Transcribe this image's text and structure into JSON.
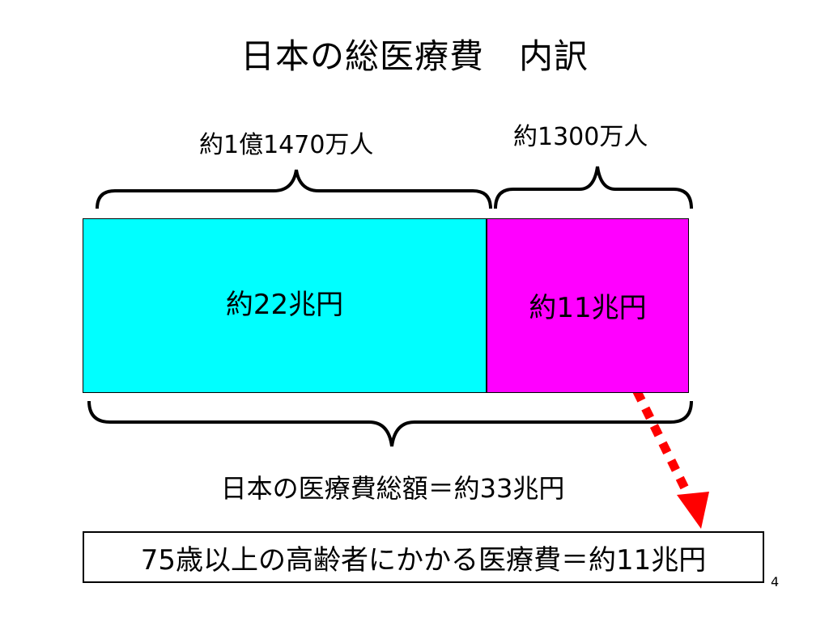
{
  "slide": {
    "title": "日本の総医療費　内訳",
    "left_group_label": "約1億1470万人",
    "right_group_label": "約1300万人",
    "left_amount": "約22兆円",
    "right_amount": "約11兆円",
    "total_label": "日本の医療費総額＝約33兆円",
    "summary_label": "75歳以上の高齢者にかかる医療費＝約11兆円",
    "page_number": "4"
  },
  "colors": {
    "left_box": "#00ffff",
    "right_box": "#ff00ff",
    "arrow": "#ff0000",
    "outline": "#000000"
  }
}
